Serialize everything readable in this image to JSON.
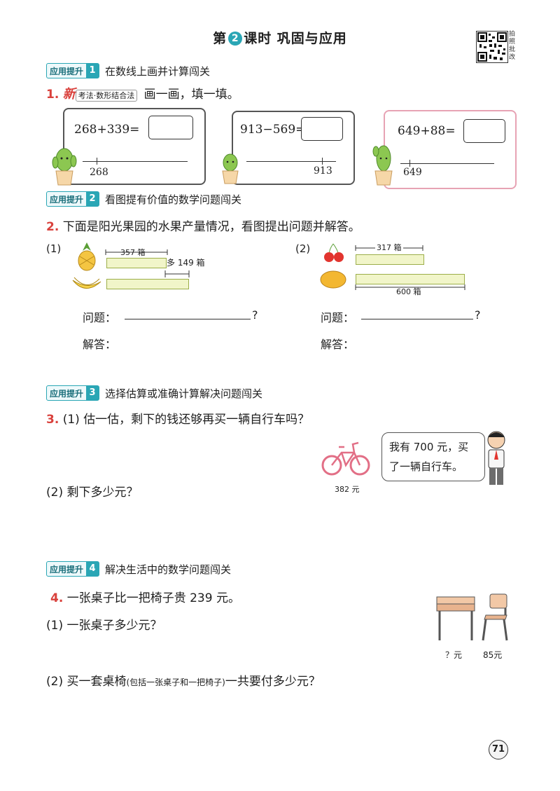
{
  "header": {
    "title_prefix": "第",
    "title_num": "2",
    "title_suffix": "课时  巩固与应用",
    "qr_note": "拍照批改"
  },
  "sections": [
    {
      "tag": "应用提升",
      "num": "1",
      "text": "在数线上画并计算闯关"
    },
    {
      "tag": "应用提升",
      "num": "2",
      "text": "看图提有价值的数学问题闯关"
    },
    {
      "tag": "应用提升",
      "num": "3",
      "text": "选择估算或准确计算解决问题闯关"
    },
    {
      "tag": "应用提升",
      "num": "4",
      "text": "解决生活中的数学问题闯关"
    }
  ],
  "q1": {
    "num": "1.",
    "badge_new": "新",
    "badge_text": "考法·数形结合法",
    "text": "画一画，填一填。",
    "cards": [
      {
        "expr": "268+339=",
        "label": "268"
      },
      {
        "expr": "913−569=",
        "label": "913"
      },
      {
        "expr": "649+88=",
        "label": "649"
      }
    ]
  },
  "q2": {
    "num": "2.",
    "text": "下面是阳光果园的水果产量情况，看图提出问题并解答。",
    "part1": {
      "label": "(1)",
      "top_value": "357 箱",
      "diff": "多 149 箱",
      "question": "问题：",
      "answer": "解答：",
      "qmark": "?"
    },
    "part2": {
      "label": "(2)",
      "top_value": "317 箱",
      "bottom_value": "600 箱",
      "question": "问题：",
      "answer": "解答：",
      "qmark": "?"
    }
  },
  "q3": {
    "num": "3.",
    "p1": "(1) 估一估，剩下的钱还够再买一辆自行车吗？",
    "p2": "(2) 剩下多少元？",
    "bike_price": "382 元",
    "speech_line1": "我有 700 元，买",
    "speech_line2": "了一辆自行车。"
  },
  "q4": {
    "num": "4.",
    "text": "一张桌子比一把椅子贵 239 元。",
    "p1": "(1) 一张桌子多少元？",
    "p2_main": "(2) 买一套桌椅",
    "p2_small": "(包括一张桌子和一把椅子)",
    "p2_end": "一共要付多少元？",
    "desk_price": "？元",
    "chair_price": "85元"
  },
  "page_number": "71",
  "colors": {
    "accent": "#2aa6b5",
    "question_red": "#d9413c",
    "card_pink": "#e7a3b4"
  }
}
